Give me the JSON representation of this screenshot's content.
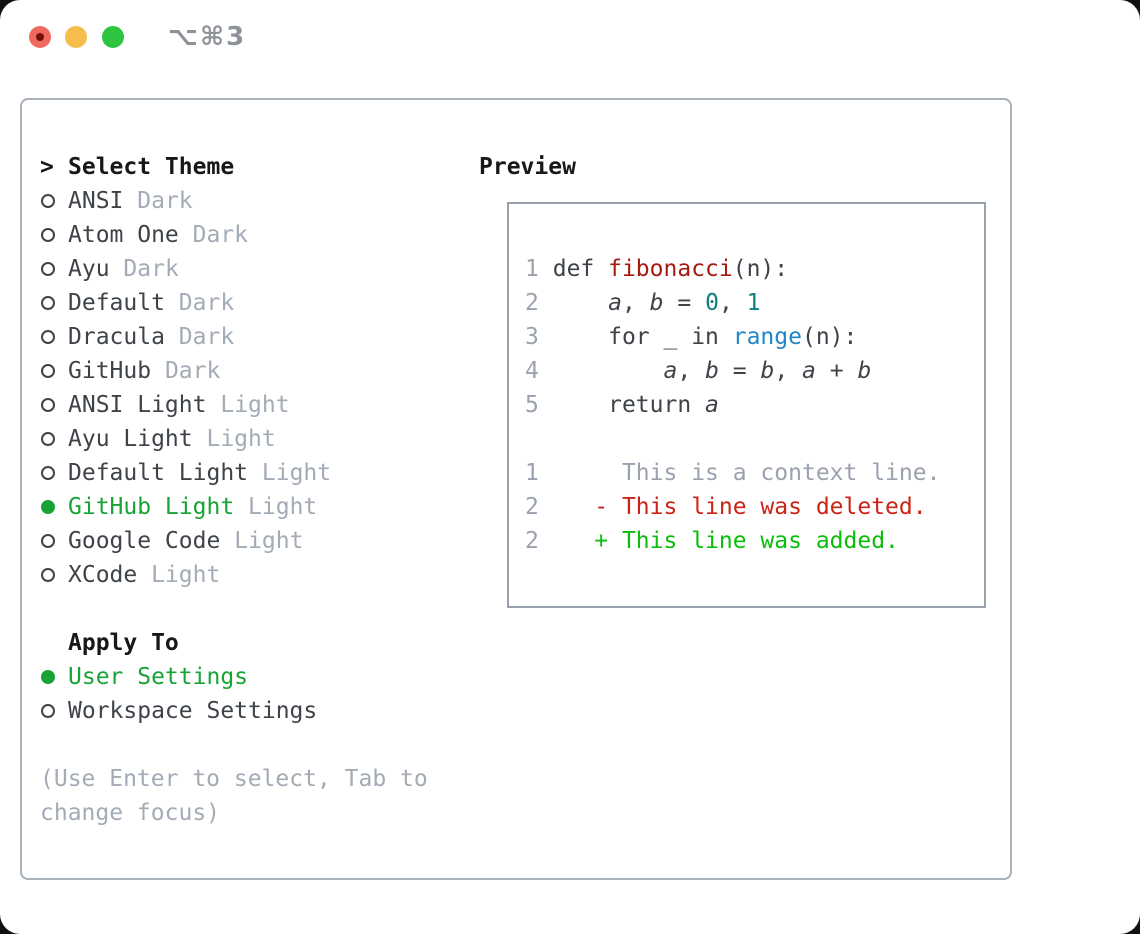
{
  "window": {
    "title": "⌥⌘3",
    "traffic_colors": {
      "close": "#ee6a5f",
      "minimize": "#f6bd4c",
      "zoom": "#2ec440"
    }
  },
  "colors": {
    "selected_green": "#17a336",
    "muted_gray": "#a3abb6",
    "text_dark": "#3e4349",
    "diff_deleted_red": "#cd2315",
    "diff_added_green": "#0cbe0c",
    "function_red": "#a61a11",
    "number_teal": "#0d7e80",
    "builtin_blue": "#1f87c7",
    "panel_border": "#aab2bc"
  },
  "left": {
    "header_marker": ">",
    "header_label": "Select Theme",
    "themes": [
      {
        "name": "ANSI",
        "variant": "Dark",
        "state": ""
      },
      {
        "name": "Atom One",
        "variant": "Dark",
        "state": ""
      },
      {
        "name": "Ayu",
        "variant": "Dark",
        "state": ""
      },
      {
        "name": "Default",
        "variant": "Dark",
        "state": ""
      },
      {
        "name": "Dracula",
        "variant": "Dark",
        "state": ""
      },
      {
        "name": "GitHub",
        "variant": "Dark",
        "state": ""
      },
      {
        "name": "ANSI Light",
        "variant": "Light",
        "state": ""
      },
      {
        "name": "Ayu Light",
        "variant": "Light",
        "state": ""
      },
      {
        "name": "Default Light",
        "variant": "Light",
        "state": ""
      },
      {
        "name": "GitHub Light",
        "variant": "Light",
        "state": "selected"
      },
      {
        "name": "Google Code",
        "variant": "Light",
        "state": ""
      },
      {
        "name": "XCode",
        "variant": "Light",
        "state": ""
      }
    ],
    "apply_label": "Apply To",
    "apply_options": [
      {
        "label": "User Settings",
        "state": "selected"
      },
      {
        "label": "Workspace Settings",
        "state": ""
      }
    ],
    "hint_line1": "(Use Enter to select, Tab to",
    "hint_line2": "change focus)"
  },
  "preview": {
    "label": "Preview",
    "lines": [
      {
        "n": "1",
        "s": [
          {
            "t": "def ",
            "c": "plain"
          },
          {
            "t": "fibonacci",
            "c": "func"
          },
          {
            "t": "(n):",
            "c": "plain"
          }
        ]
      },
      {
        "n": "2",
        "s": [
          {
            "t": "    ",
            "c": "plain"
          },
          {
            "t": "a",
            "c": "var"
          },
          {
            "t": ", ",
            "c": "plain"
          },
          {
            "t": "b",
            "c": "var"
          },
          {
            "t": " = ",
            "c": "plain"
          },
          {
            "t": "0",
            "c": "num"
          },
          {
            "t": ", ",
            "c": "plain"
          },
          {
            "t": "1",
            "c": "num"
          }
        ]
      },
      {
        "n": "3",
        "s": [
          {
            "t": "    for _ in ",
            "c": "plain"
          },
          {
            "t": "range",
            "c": "builtin"
          },
          {
            "t": "(n):",
            "c": "plain"
          }
        ]
      },
      {
        "n": "4",
        "s": [
          {
            "t": "        ",
            "c": "plain"
          },
          {
            "t": "a",
            "c": "var"
          },
          {
            "t": ", ",
            "c": "plain"
          },
          {
            "t": "b",
            "c": "var"
          },
          {
            "t": " = ",
            "c": "plain"
          },
          {
            "t": "b",
            "c": "var"
          },
          {
            "t": ", ",
            "c": "plain"
          },
          {
            "t": "a",
            "c": "var"
          },
          {
            "t": " + ",
            "c": "plain"
          },
          {
            "t": "b",
            "c": "var"
          }
        ]
      },
      {
        "n": "5",
        "s": [
          {
            "t": "    return ",
            "c": "plain"
          },
          {
            "t": "a",
            "c": "var"
          }
        ]
      },
      {
        "n": "",
        "s": []
      },
      {
        "n": "1",
        "s": [
          {
            "t": "     This is a context line.",
            "c": "ctx"
          }
        ]
      },
      {
        "n": "2",
        "s": [
          {
            "t": "   - This line was deleted.",
            "c": "del"
          }
        ]
      },
      {
        "n": "2",
        "s": [
          {
            "t": "   + This line was added.",
            "c": "add"
          }
        ]
      }
    ]
  }
}
